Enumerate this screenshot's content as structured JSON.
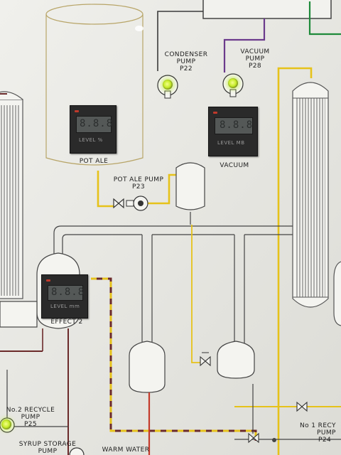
{
  "labels": {
    "condenser_pump": [
      "CONDENSER",
      "PUMP",
      "P22"
    ],
    "vacuum_pump": [
      "VACUUM",
      "PUMP",
      "P28"
    ],
    "pot_ale": "POT ALE",
    "vacuum": "VACUUM",
    "pot_ale_pump": [
      "POT ALE PUMP",
      "P23"
    ],
    "effect_2": "EFFECT 2",
    "no2_recycle_pump": [
      "No.2 RECYCLE",
      "PUMP",
      "P25"
    ],
    "syrup_storage_pump": [
      "SYRUP STORAGE",
      "PUMP"
    ],
    "warm_water": "WARM WATER",
    "no1_recycle_pump": [
      "No 1 RECY",
      "PUMP",
      "P24"
    ]
  },
  "indicators": {
    "pot_ale_level": {
      "display": "8.8.8",
      "tag": "LEVEL %"
    },
    "vacuum_level": {
      "display": "8.8.8",
      "tag": "LEVEL MB"
    },
    "effect_2_level": {
      "display": "8.8.8",
      "tag": "LEVEL mm"
    }
  },
  "colors": {
    "pipe_black": "#3a3a3a",
    "pipe_yellow": "#e6c21a",
    "pipe_purple": "#6b3a8c",
    "pipe_green": "#1e8a3a",
    "pipe_red": "#c43a2a",
    "pipe_maroon": "#6b2a2a",
    "lamp_green": "#c6ec2a"
  }
}
